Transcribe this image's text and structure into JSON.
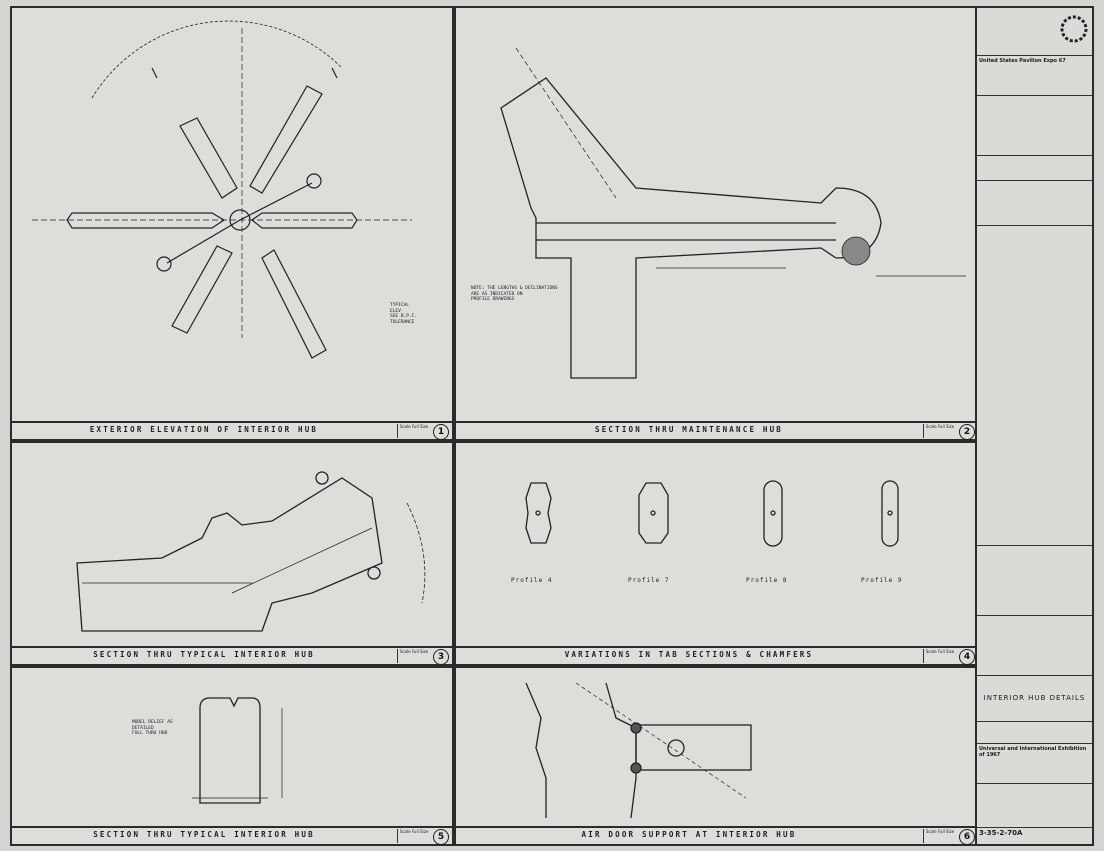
{
  "panels": [
    {
      "title": "Exterior elevation of interior hub",
      "number": "1"
    },
    {
      "title": "Section thru maintenance hub",
      "number": "2"
    },
    {
      "title": "Section thru typical interior hub",
      "number": "3"
    },
    {
      "title": "Variations in tab sections & chamfers",
      "number": "4"
    },
    {
      "title": "Section thru typical interior hub",
      "number": "5"
    },
    {
      "title": "Air door support at interior hub",
      "number": "6"
    }
  ],
  "scale_label": "Scale Full Size",
  "profiles": [
    "Profile 4",
    "Profile 7",
    "Profile 8",
    "Profile 9"
  ],
  "title_block": {
    "pavilion": "United States Pavilion Expo 67",
    "sheet_title": "Interior hub details",
    "exhibition": "Universal and International Exhibition of 1967",
    "sheet_number": "3-35-2-70A"
  },
  "colors": {
    "ink": "#1e1e1e",
    "paper": "#dcdeda",
    "background": "#c9cbc6"
  }
}
